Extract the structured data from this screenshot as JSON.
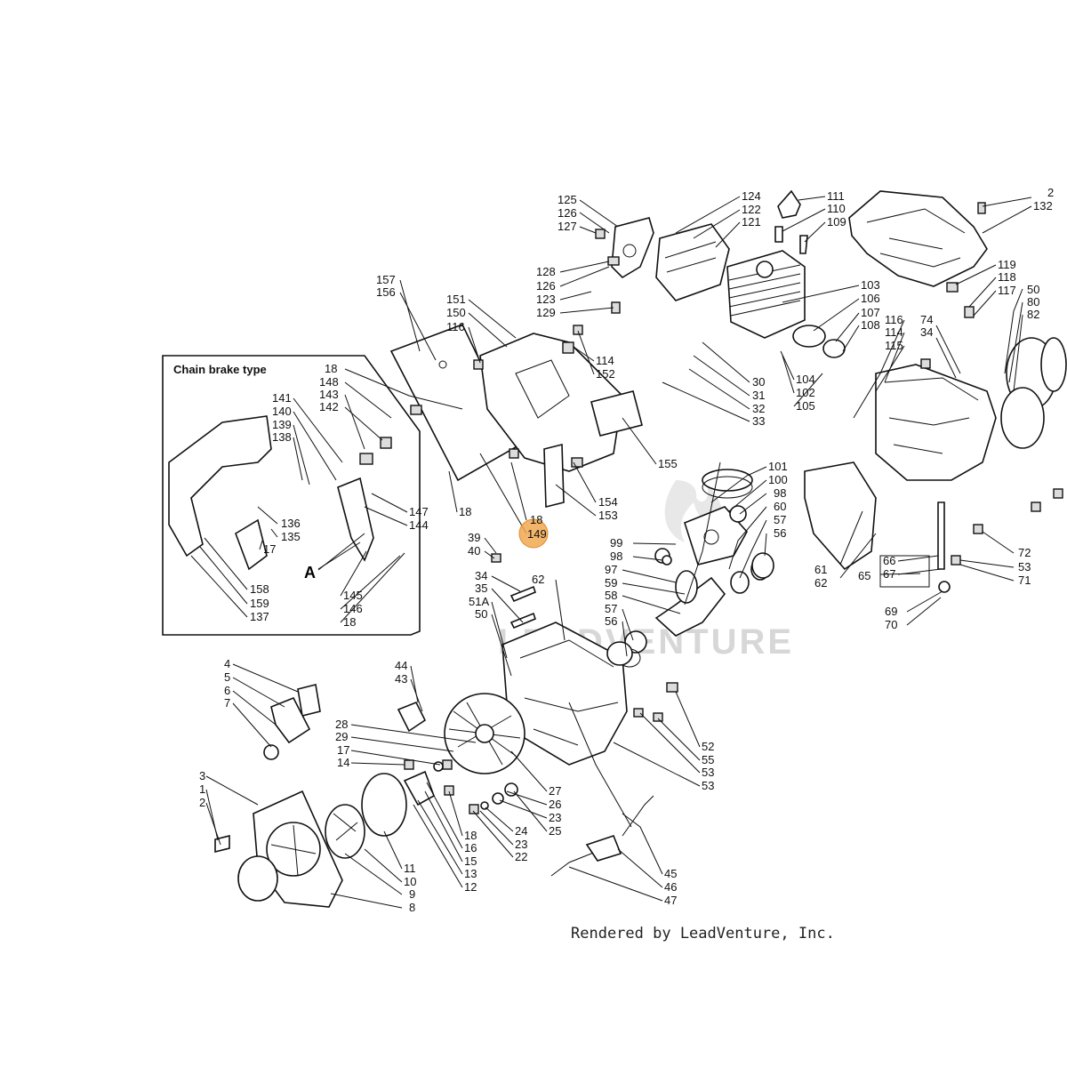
{
  "diagram": {
    "inset_title": "Chain brake type",
    "inset_marker": "A",
    "watermark": "LEADVENTURE",
    "credit": "Rendered by LeadVenture, Inc.",
    "highlight": {
      "label": "149",
      "color": "#f0a850"
    },
    "callouts": {
      "c125": "125",
      "c126a": "126",
      "c127": "127",
      "c124": "124",
      "c122": "122",
      "c121": "121",
      "c111": "111",
      "c110": "110",
      "c109": "109",
      "c2a": "2",
      "c132": "132",
      "c128": "128",
      "c126b": "126",
      "c123": "123",
      "c129": "129",
      "c103": "103",
      "c106": "106",
      "c107": "107",
      "c108": "108",
      "c116a": "116",
      "c114a": "114",
      "c115": "115",
      "c74": "74",
      "c34a": "34",
      "c119": "119",
      "c118": "118",
      "c117": "117",
      "c50a": "50",
      "c80": "80",
      "c82": "82",
      "c157": "157",
      "c156": "156",
      "c151": "151",
      "c150": "150",
      "c116b": "116",
      "c114b": "114",
      "c152": "152",
      "c30": "30",
      "c31": "31",
      "c32": "32",
      "c33": "33",
      "c104": "104",
      "c102": "102",
      "c105": "105",
      "c18a": "18",
      "c148": "148",
      "c143": "143",
      "c142": "142",
      "c141": "141",
      "c140": "140",
      "c139": "139",
      "c138": "138",
      "c136": "136",
      "c135": "135",
      "c17a": "17",
      "c158": "158",
      "c159": "159",
      "c137": "137",
      "c147": "147",
      "c144": "144",
      "c18b": "18",
      "c145": "145",
      "c146": "146",
      "c18c": "18",
      "c18d": "18",
      "c149": "149",
      "c155": "155",
      "c154": "154",
      "c153": "153",
      "c101": "101",
      "c100": "100",
      "c98a": "98",
      "c60": "60",
      "c57a": "57",
      "c56a": "56",
      "c99": "99",
      "c98b": "98",
      "c61": "61",
      "c62a": "62",
      "c65": "65",
      "c66": "66",
      "c67": "67",
      "c69": "69",
      "c70": "70",
      "c72": "72",
      "c53a": "53",
      "c71": "71",
      "c39": "39",
      "c40": "40",
      "c34b": "34",
      "c35": "35",
      "c51a": "51A",
      "c50b": "50",
      "c62b": "62",
      "c97": "97",
      "c59": "59",
      "c58": "58",
      "c57b": "57",
      "c56b": "56",
      "c4": "4",
      "c5": "5",
      "c6": "6",
      "c7": "7",
      "c44": "44",
      "c43": "43",
      "c28": "28",
      "c29": "29",
      "c17b": "17",
      "c14": "14",
      "c27": "27",
      "c26": "26",
      "c23a": "23",
      "c25": "25",
      "c24": "24",
      "c23b": "23",
      "c22": "22",
      "c18e": "18",
      "c16": "16",
      "c15": "15",
      "c13": "13",
      "c12": "12",
      "c3": "3",
      "c1": "1",
      "c2b": "2",
      "c11": "11",
      "c10": "10",
      "c9": "9",
      "c8": "8",
      "c52": "52",
      "c55": "55",
      "c53b": "53",
      "c53c": "53",
      "c45": "45",
      "c46": "46",
      "c47": "47"
    }
  }
}
